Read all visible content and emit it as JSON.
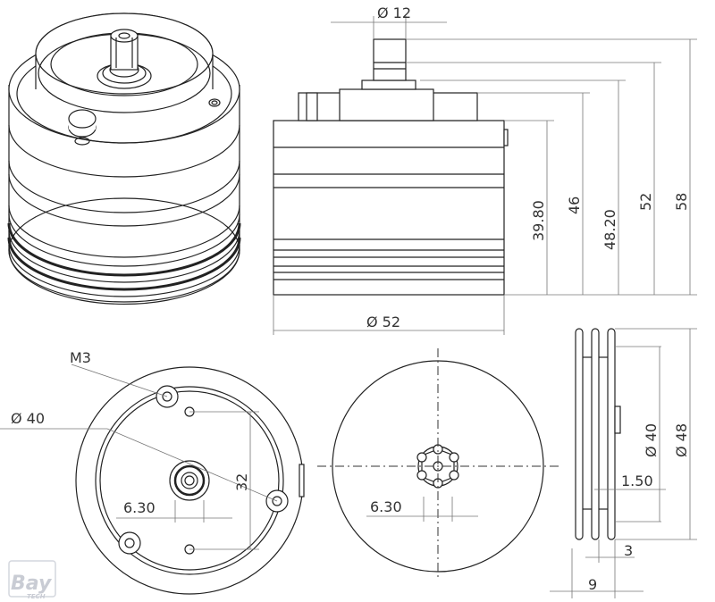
{
  "dimensions": {
    "shaft_dia": "Ø 12",
    "h1": "39.80",
    "h2": "46",
    "h3": "48.20",
    "h4": "52",
    "h5": "58",
    "body_dia": "Ø 52",
    "thread": "M3",
    "bolt_circle_dia": "Ø 40",
    "hole_spacing": "32",
    "bottom_offset": "6.30",
    "front_offset": "6.30",
    "side_dia_40": "Ø 40",
    "side_dia_48": "Ø 48",
    "side_step": "1.50",
    "side_thk": "3",
    "side_width": "9"
  },
  "logo": {
    "text": "Bay",
    "sub": "TECH"
  }
}
